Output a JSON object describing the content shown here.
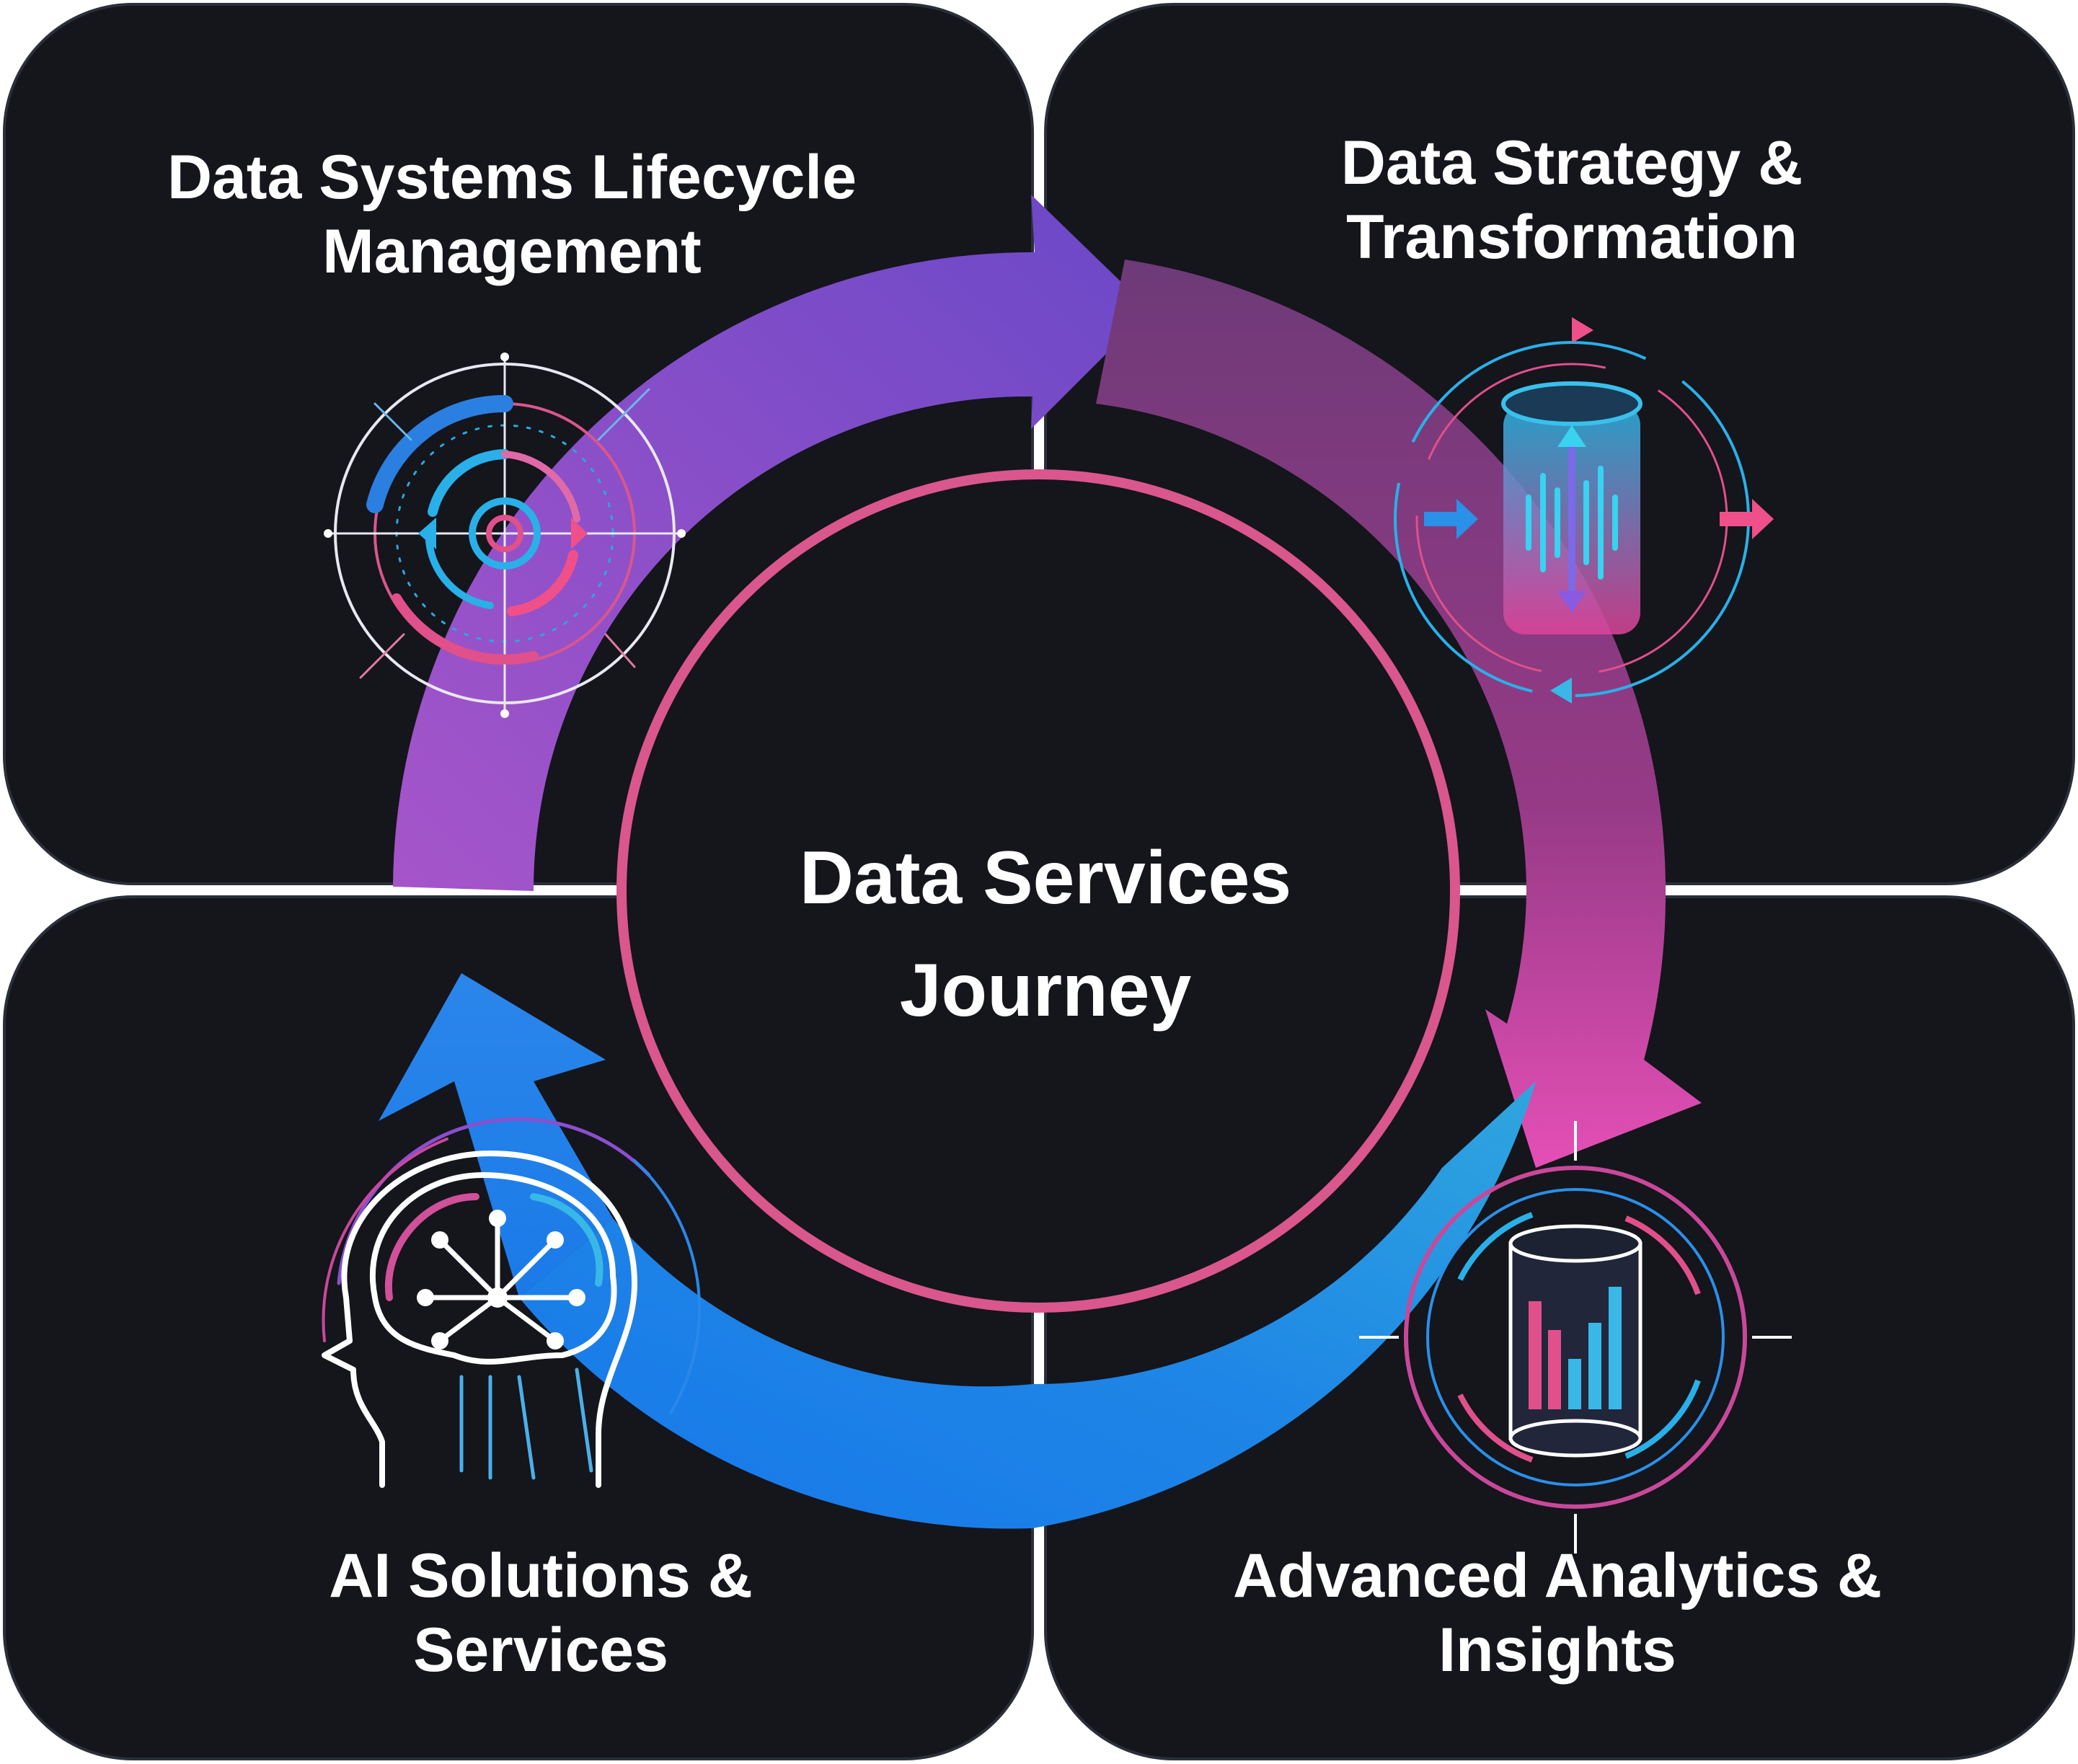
{
  "center": {
    "line1": "Data Services",
    "line2": "Journey"
  },
  "quadrants": {
    "top_left": {
      "line1": "Data Systems Lifecycle",
      "line2": "Management",
      "icon": "lifecycle-target-icon"
    },
    "top_right": {
      "line1": "Data Strategy &",
      "line2": "Transformation",
      "icon": "data-cylinder-waveform-icon"
    },
    "bottom_left": {
      "line1": "AI Solutions &",
      "line2": "Services",
      "icon": "ai-brain-head-icon"
    },
    "bottom_right": {
      "line1": "Advanced Analytics &",
      "line2": "Insights",
      "icon": "analytics-cylinder-chart-icon"
    }
  },
  "colors": {
    "panel": "#15151c",
    "panel_border": "#2a2f3a",
    "inner_ring": "#d9578c",
    "purple": "#8e4fd0",
    "magenta": "#c2408f",
    "blue": "#1f7ee6",
    "cyan": "#31b8e6",
    "pink": "#f0508a"
  }
}
